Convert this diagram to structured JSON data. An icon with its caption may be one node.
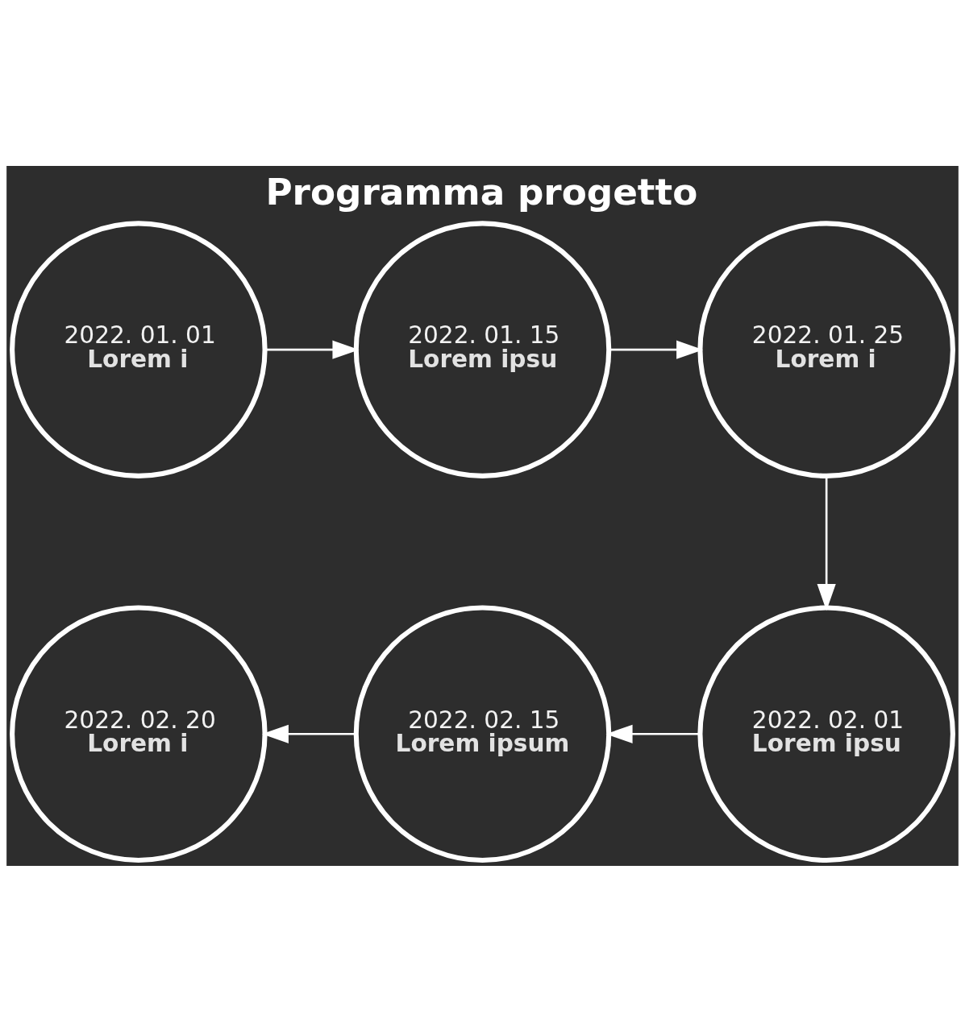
{
  "diagram": {
    "title": "Programma progetto",
    "nodes": [
      {
        "text": [
          "2022. 01. 01",
          "Lorem i"
        ]
      },
      {
        "text": [
          "2022. 01. 15",
          "Lorem ipsu"
        ]
      },
      {
        "text": [
          "2022. 01. 25",
          "Lorem i"
        ]
      },
      {
        "text": [
          "2022. 02. 20",
          "Lorem i"
        ]
      },
      {
        "text": [
          "2022. 02. 15",
          "Lorem ipsum"
        ]
      },
      {
        "text": [
          "2022. 02. 01",
          "Lorem ipsu"
        ]
      }
    ],
    "edges": [
      {
        "from": 0,
        "to": 1,
        "arrow": "to"
      },
      {
        "from": 1,
        "to": 2,
        "arrow": "to"
      },
      {
        "from": 2,
        "to": 5,
        "arrow": "to"
      },
      {
        "from": 5,
        "to": 4,
        "arrow": "to"
      },
      {
        "from": 4,
        "to": 3,
        "arrow": "to"
      }
    ]
  }
}
